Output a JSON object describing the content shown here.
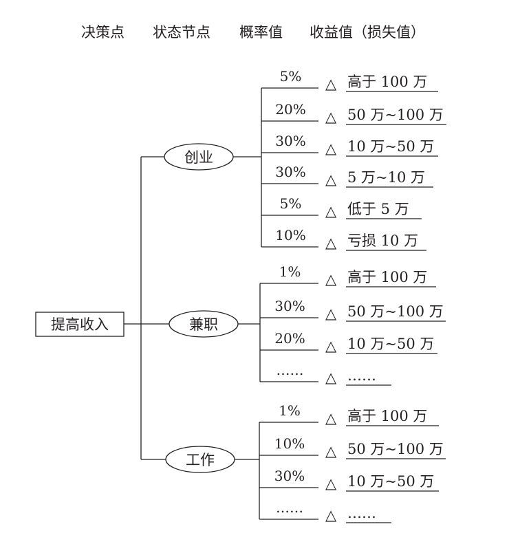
{
  "legend": [
    "决策点",
    "状态节点",
    "概率值",
    "收益值（损失值）"
  ],
  "decision": {
    "label": "提高收入"
  },
  "branches": [
    {
      "label": "创业",
      "outcomes": [
        {
          "prob": "5%",
          "marker": "△",
          "value": "高于 100 万"
        },
        {
          "prob": "20%",
          "marker": "△",
          "value": "50 万~100 万"
        },
        {
          "prob": "30%",
          "marker": "△",
          "value": "10 万~50 万"
        },
        {
          "prob": "30%",
          "marker": "△",
          "value": "5 万~10 万"
        },
        {
          "prob": "5%",
          "marker": "△",
          "value": "低于 5 万"
        },
        {
          "prob": "10%",
          "marker": "△",
          "value": "亏损 10 万"
        }
      ]
    },
    {
      "label": "兼职",
      "outcomes": [
        {
          "prob": "1%",
          "marker": "△",
          "value": "高于 100 万"
        },
        {
          "prob": "30%",
          "marker": "△",
          "value": "50 万~100 万"
        },
        {
          "prob": "20%",
          "marker": "△",
          "value": "10 万~50 万"
        },
        {
          "prob": "……",
          "marker": "△",
          "value": "……"
        }
      ]
    },
    {
      "label": "工作",
      "outcomes": [
        {
          "prob": "1%",
          "marker": "△",
          "value": "高于 100 万"
        },
        {
          "prob": "10%",
          "marker": "△",
          "value": "50 万~100 万"
        },
        {
          "prob": "30%",
          "marker": "△",
          "value": "10 万~50 万"
        },
        {
          "prob": "……",
          "marker": "△",
          "value": "……"
        }
      ]
    }
  ]
}
